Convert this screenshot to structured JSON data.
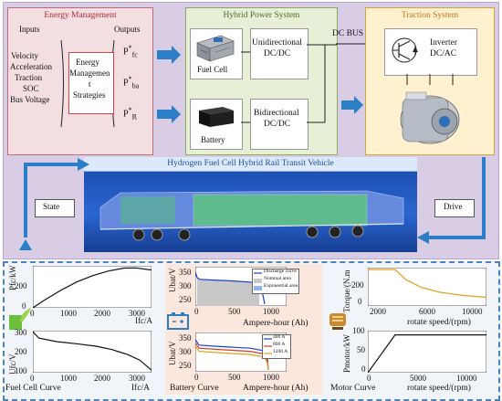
{
  "colors": {
    "energy_bg": "#f3dfe1",
    "energy_border": "#c46a72",
    "energy_title": "#b02a35",
    "hybrid_bg": "#e7efd6",
    "hybrid_border": "#8aa960",
    "hybrid_title": "#4d6b22",
    "traction_bg": "#fff0cf",
    "traction_border": "#d7a43a",
    "traction_title": "#c2730f",
    "outer_bg": "#d9cde6",
    "arrow_blue": "#2c7fc4",
    "bottom_bg": "#f1f5fa",
    "bottom_border": "#4a84c2",
    "curve": "#111111"
  },
  "energy": {
    "title": "Energy Management",
    "inputs_label": "Inputs",
    "outputs_label": "Outputs",
    "inputs": [
      "Velocity",
      "Acceleration",
      "Traction",
      "SOC",
      "Bus Voltage"
    ],
    "strategy_lines": [
      "Energy",
      "Managemen",
      "t",
      "Strategies"
    ],
    "outputs": [
      {
        "base": "P",
        "sup": "*",
        "sub": "fc"
      },
      {
        "base": "P",
        "sup": "*",
        "sub": "ba"
      },
      {
        "base": "P",
        "sup": "*",
        "sub": "R"
      }
    ]
  },
  "hybrid": {
    "title": "Hybrid Power System",
    "fuel_cell": "Fuel Cell",
    "battery": "Battery",
    "uni_lines": [
      "Unidirectional",
      "DC/DC"
    ],
    "bi_lines": [
      "Bidirectional",
      "DC/DC"
    ]
  },
  "dc_bus": "DC BUS",
  "traction": {
    "title": "Traction System",
    "inverter_lines": [
      "Inverter",
      "DC/AC"
    ]
  },
  "vehicle_title": "Hydrogen Fuel Cell Hybrid Rail Transit Vehicle",
  "state_label": "State",
  "drive_label": "Drive",
  "fuel_cell_panel": {
    "caption_left": "Fuel Cell Curve",
    "caption_right": "Ifc/A",
    "top": {
      "ylabel": "Pfc/kW",
      "xlabel": "Ifc/A",
      "yticks": [
        "200",
        "0"
      ],
      "xticks": [
        "0",
        "1000",
        "2000",
        "3000"
      ]
    },
    "bottom": {
      "ylabel": "Ufc/V",
      "yticks": [
        "300",
        "200",
        "100"
      ],
      "xticks": [
        "0",
        "1000",
        "2000",
        "3000"
      ]
    }
  },
  "battery_panel": {
    "caption_left": "Battery Curve",
    "caption_right": "Ampere-hour (Ah)",
    "top": {
      "ylabel": "Ubat/V",
      "xlabel": "Ampere-hour (Ah)",
      "yticks": [
        "350",
        "300",
        "250"
      ],
      "xticks": [
        "0",
        "500",
        "1000"
      ],
      "legend": [
        "Discharge curve",
        "Nominal area",
        "Exponential area"
      ]
    },
    "bottom": {
      "ylabel": "Ubat/V",
      "yticks": [
        "350",
        "300",
        "250"
      ],
      "xticks": [
        "0",
        "500",
        "1000"
      ],
      "legend": [
        "400 A",
        "800 A",
        "1200 A"
      ]
    }
  },
  "motor_panel": {
    "caption_left": "Motor Curve",
    "caption_right": "rotate speed/(rpm)",
    "top": {
      "ylabel": "Torque/(N.m",
      "xlabel": "rotate speed/(rpm)",
      "yticks": [
        "200",
        "0"
      ],
      "xticks": [
        "2000",
        "6000",
        "10000"
      ]
    },
    "bottom": {
      "ylabel": "Pmotor/kW",
      "yticks": [
        "100",
        "50",
        "0"
      ],
      "xticks": [
        "0",
        "5000",
        "10000"
      ]
    }
  },
  "chart_data": [
    {
      "type": "line",
      "ylabel": "Pfc/kW",
      "xlabel": "Ifc/A",
      "xlim": [
        0,
        3000
      ],
      "ylim": [
        0,
        400
      ],
      "series": [
        {
          "x": [
            0,
            300,
            700,
            1100,
            1500,
            1900,
            2300,
            2600,
            3000
          ],
          "values": [
            0,
            75,
            165,
            245,
            305,
            350,
            378,
            380,
            360
          ]
        }
      ]
    },
    {
      "type": "line",
      "ylabel": "Ufc/V",
      "xlabel": "Ifc/A",
      "xlim": [
        0,
        3000
      ],
      "ylim": [
        100,
        300
      ],
      "series": [
        {
          "x": [
            0,
            150,
            600,
            1100,
            1600,
            2000,
            2400,
            2700,
            3000
          ],
          "values": [
            295,
            265,
            248,
            238,
            226,
            210,
            186,
            160,
            112
          ]
        }
      ]
    },
    {
      "type": "line",
      "ylabel": "Ubat/V",
      "xlabel": "Ampere-hour (Ah)",
      "xlim": [
        0,
        1000
      ],
      "ylim": [
        250,
        350
      ],
      "series": [
        {
          "name": "Discharge curve",
          "x": [
            0,
            20,
            50,
            200,
            400,
            600,
            700,
            730,
            760
          ],
          "values": [
            336,
            322,
            318,
            316,
            314,
            311,
            305,
            290,
            255
          ]
        }
      ]
    },
    {
      "type": "line",
      "ylabel": "Ubat/V",
      "xlabel": "Ampere-hour (Ah)",
      "xlim": [
        0,
        1000
      ],
      "ylim": [
        250,
        350
      ],
      "series": [
        {
          "name": "400 A",
          "x": [
            0,
            40,
            300,
            600,
            760,
            790,
            800
          ],
          "values": [
            332,
            318,
            314,
            310,
            303,
            285,
            255
          ]
        },
        {
          "name": "800 A",
          "x": [
            0,
            40,
            300,
            600,
            760,
            790,
            800
          ],
          "values": [
            324,
            310,
            306,
            302,
            295,
            278,
            255
          ]
        },
        {
          "name": "1200 A",
          "x": [
            0,
            40,
            300,
            600,
            760,
            790,
            800
          ],
          "values": [
            316,
            302,
            298,
            294,
            287,
            271,
            255
          ]
        }
      ]
    },
    {
      "type": "line",
      "ylabel": "Torque/(N.m",
      "xlabel": "rotate speed/(rpm)",
      "xlim": [
        0,
        10000
      ],
      "ylim": [
        0,
        400
      ],
      "series": [
        {
          "x": [
            0,
            2300,
            3200,
            4500,
            6000,
            8000,
            10000
          ],
          "values": [
            380,
            380,
            275,
            195,
            145,
            110,
            90
          ]
        }
      ]
    },
    {
      "type": "line",
      "ylabel": "Pmotor/kW",
      "xlabel": "rotate speed/(rpm)",
      "xlim": [
        0,
        10000
      ],
      "ylim": [
        0,
        100
      ],
      "series": [
        {
          "x": [
            0,
            2300,
            10000
          ],
          "values": [
            0,
            90,
            90
          ]
        }
      ]
    }
  ]
}
